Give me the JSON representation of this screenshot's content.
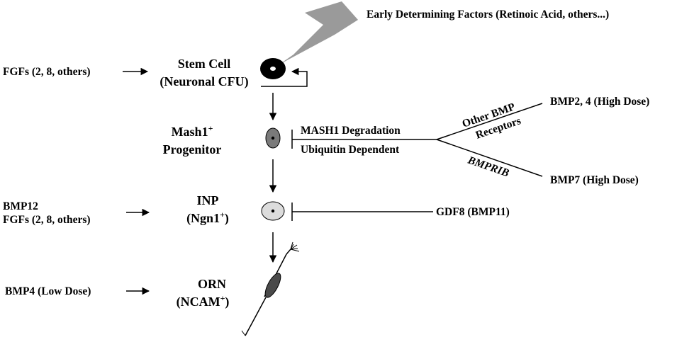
{
  "colors": {
    "ink": "#000000",
    "big_arrow_fill": "#9a9a9a",
    "progenitor_fill": "#7a7a7a",
    "inp_fill": "#dcdcdc",
    "orn_fill": "#4a4a4a"
  },
  "icons": {
    "stem_cell": "stem-cell-icon",
    "progenitor_cell": "progenitor-cell-icon",
    "inp_cell": "inp-cell-icon",
    "orn_cell": "olfactory-neuron-icon"
  },
  "early_factors": "Early Determining Factors (Retinoic Acid, others...)",
  "inputs": {
    "fgfs_stem": "FGFs (2, 8, others)",
    "bmp12": "BMP12",
    "fgfs_inp": "FGFs (2, 8, others)",
    "bmp4_low": "BMP4 (Low Dose)"
  },
  "stages": {
    "stem_line1": "Stem Cell",
    "stem_line2": "(Neuronal CFU)",
    "mash_line1": "Mash1",
    "mash_sup": "+",
    "mash_line2": "Progenitor",
    "inp_line1": "INP",
    "inp_line2_pre": "(Ngn1",
    "inp_sup": "+",
    "inp_line2_post": ")",
    "orn_line1": "ORN",
    "orn_line2_pre": "(NCAM",
    "orn_sup": "+",
    "orn_line2_post": ")"
  },
  "inhibition": {
    "mash1_degradation": "MASH1 Degradation",
    "ubiquitin": "Ubiquitin Dependent",
    "other_bmp": "Other BMP",
    "receptors": "Receptors",
    "bmprib": "BMPRIB",
    "bmp24_high": "BMP2, 4 (High Dose)",
    "bmp7_high": "BMP7 (High Dose)",
    "gdf8": "GDF8 (BMP11)"
  }
}
